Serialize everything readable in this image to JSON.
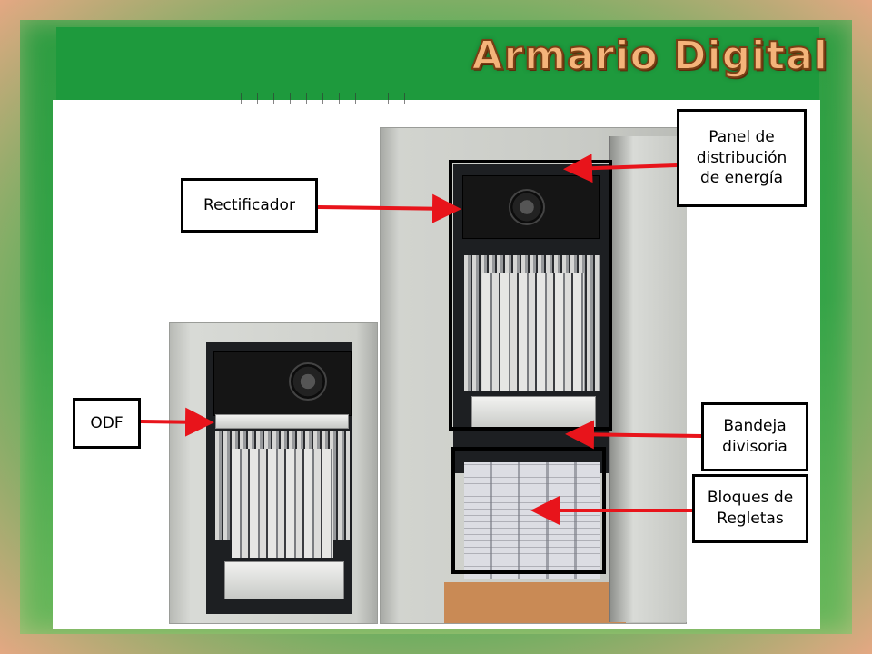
{
  "slide": {
    "title": "Armario Digital"
  },
  "callouts": {
    "rectificador": "Rectificador",
    "panel_line1": "Panel de",
    "panel_line2": "distribución",
    "panel_line3": "de energía",
    "odf": "ODF",
    "bandeja_line1": "Bandeja",
    "bandeja_line2": "divisoria",
    "bloques_line1": "Bloques de",
    "bloques_line2": "Regletas"
  },
  "colors": {
    "frame_green": "#35a448",
    "frame_border": "#e9a986",
    "title_fill": "#f4b47a",
    "arrow_red": "#e8141b"
  },
  "photo": {
    "description_icons": [
      "cabinet-small-photo",
      "cabinet-large-photo"
    ]
  }
}
